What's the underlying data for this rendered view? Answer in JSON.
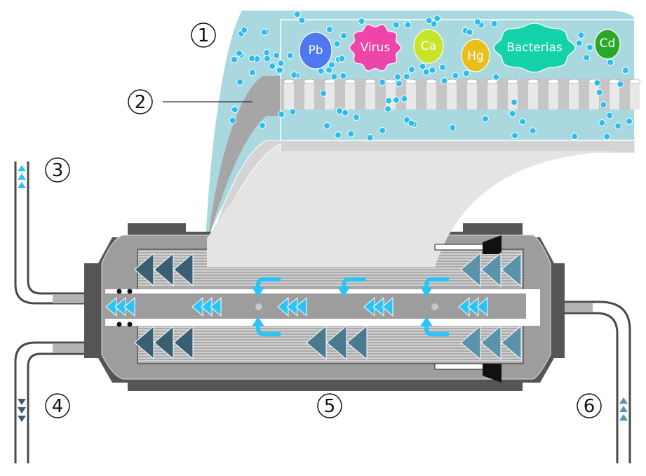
{
  "callouts": [
    "1",
    "2",
    "3",
    "4",
    "5",
    "6"
  ],
  "contaminants": [
    {
      "label": "Pb",
      "color": "#4f78f0"
    },
    {
      "label": "Virus",
      "color": "#ee45a8"
    },
    {
      "label": "Ca",
      "color": "#c6e52a"
    },
    {
      "label": "Hg",
      "color": "#e8bf1c"
    },
    {
      "label": "Bacterias",
      "color": "#14d3ab"
    },
    {
      "label": "Cd",
      "color": "#2aa82a"
    }
  ],
  "colors": {
    "water": "#a9d9df",
    "droplet": "#2cbdf0",
    "housing_outer": "#545454",
    "housing_inner": "#9d9d9d",
    "flow_arrow": "#2ec3f7",
    "feed_arrow_dark": "#3a5f72",
    "feed_arrow_light": "#5b94aa"
  }
}
